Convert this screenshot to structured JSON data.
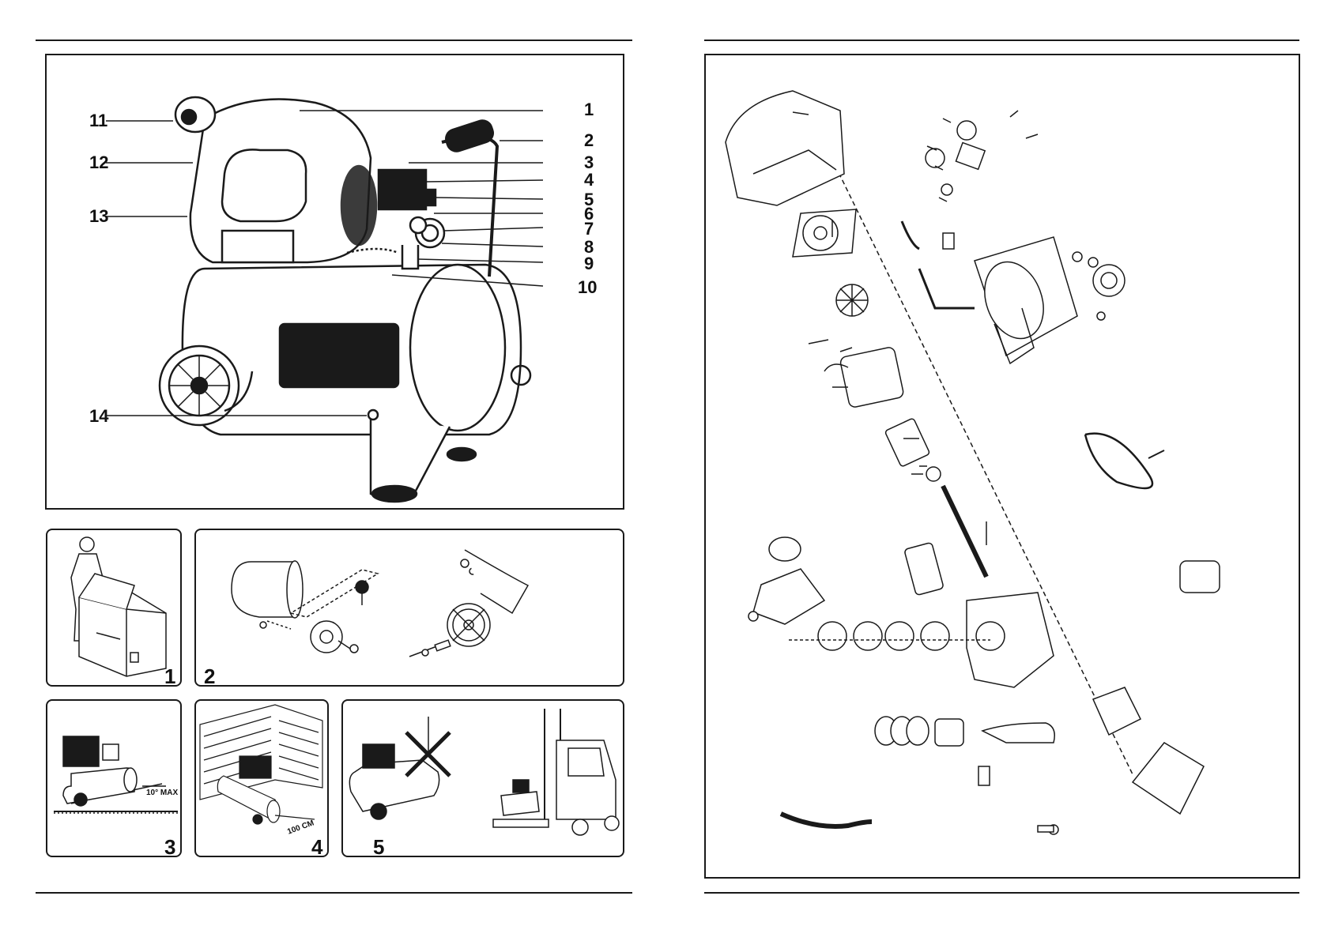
{
  "left_page": {
    "main_figure": {
      "callouts": [
        {
          "id": "c1",
          "label": "1"
        },
        {
          "id": "c2",
          "label": "2"
        },
        {
          "id": "c3",
          "label": "3"
        },
        {
          "id": "c4",
          "label": "4"
        },
        {
          "id": "c5",
          "label": "5"
        },
        {
          "id": "c6",
          "label": "6"
        },
        {
          "id": "c7",
          "label": "7"
        },
        {
          "id": "c8",
          "label": "8"
        },
        {
          "id": "c9",
          "label": "9"
        },
        {
          "id": "c10",
          "label": "10"
        },
        {
          "id": "c11",
          "label": "11"
        },
        {
          "id": "c12",
          "label": "12"
        },
        {
          "id": "c13",
          "label": "13"
        },
        {
          "id": "c14",
          "label": "14"
        }
      ]
    },
    "figures": [
      {
        "number": "1"
      },
      {
        "number": "2"
      },
      {
        "number": "3",
        "annotation": "10° MAX"
      },
      {
        "number": "4",
        "annotation": "100 CM"
      },
      {
        "number": "5"
      }
    ]
  },
  "colors": {
    "ink": "#1a1a1a",
    "paper": "#ffffff"
  }
}
